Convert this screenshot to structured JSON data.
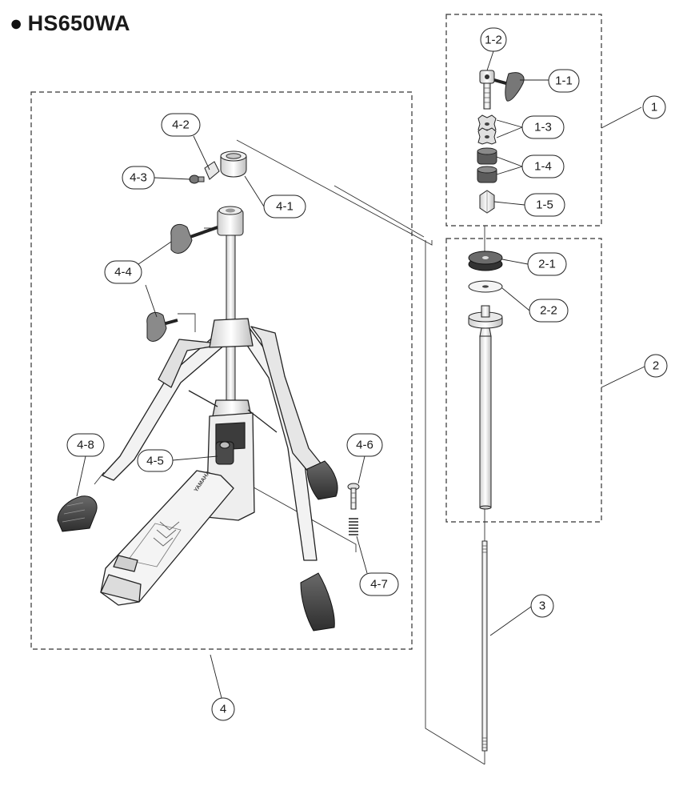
{
  "title": "HS650WA",
  "groups": [
    {
      "id": "1",
      "label": "1"
    },
    {
      "id": "2",
      "label": "2"
    },
    {
      "id": "3",
      "label": "3"
    },
    {
      "id": "4",
      "label": "4"
    }
  ],
  "callouts": [
    {
      "id": "1-1",
      "label": "1-1"
    },
    {
      "id": "1-2",
      "label": "1-2"
    },
    {
      "id": "1-3",
      "label": "1-3"
    },
    {
      "id": "1-4",
      "label": "1-4"
    },
    {
      "id": "1-5",
      "label": "1-5"
    },
    {
      "id": "2-1",
      "label": "2-1"
    },
    {
      "id": "2-2",
      "label": "2-2"
    },
    {
      "id": "4-1",
      "label": "4-1"
    },
    {
      "id": "4-2",
      "label": "4-2"
    },
    {
      "id": "4-3",
      "label": "4-3"
    },
    {
      "id": "4-4",
      "label": "4-4"
    },
    {
      "id": "4-5",
      "label": "4-5"
    },
    {
      "id": "4-6",
      "label": "4-6"
    },
    {
      "id": "4-7",
      "label": "4-7"
    },
    {
      "id": "4-8",
      "label": "4-8"
    }
  ],
  "pedal_brand": "YAMAHA"
}
